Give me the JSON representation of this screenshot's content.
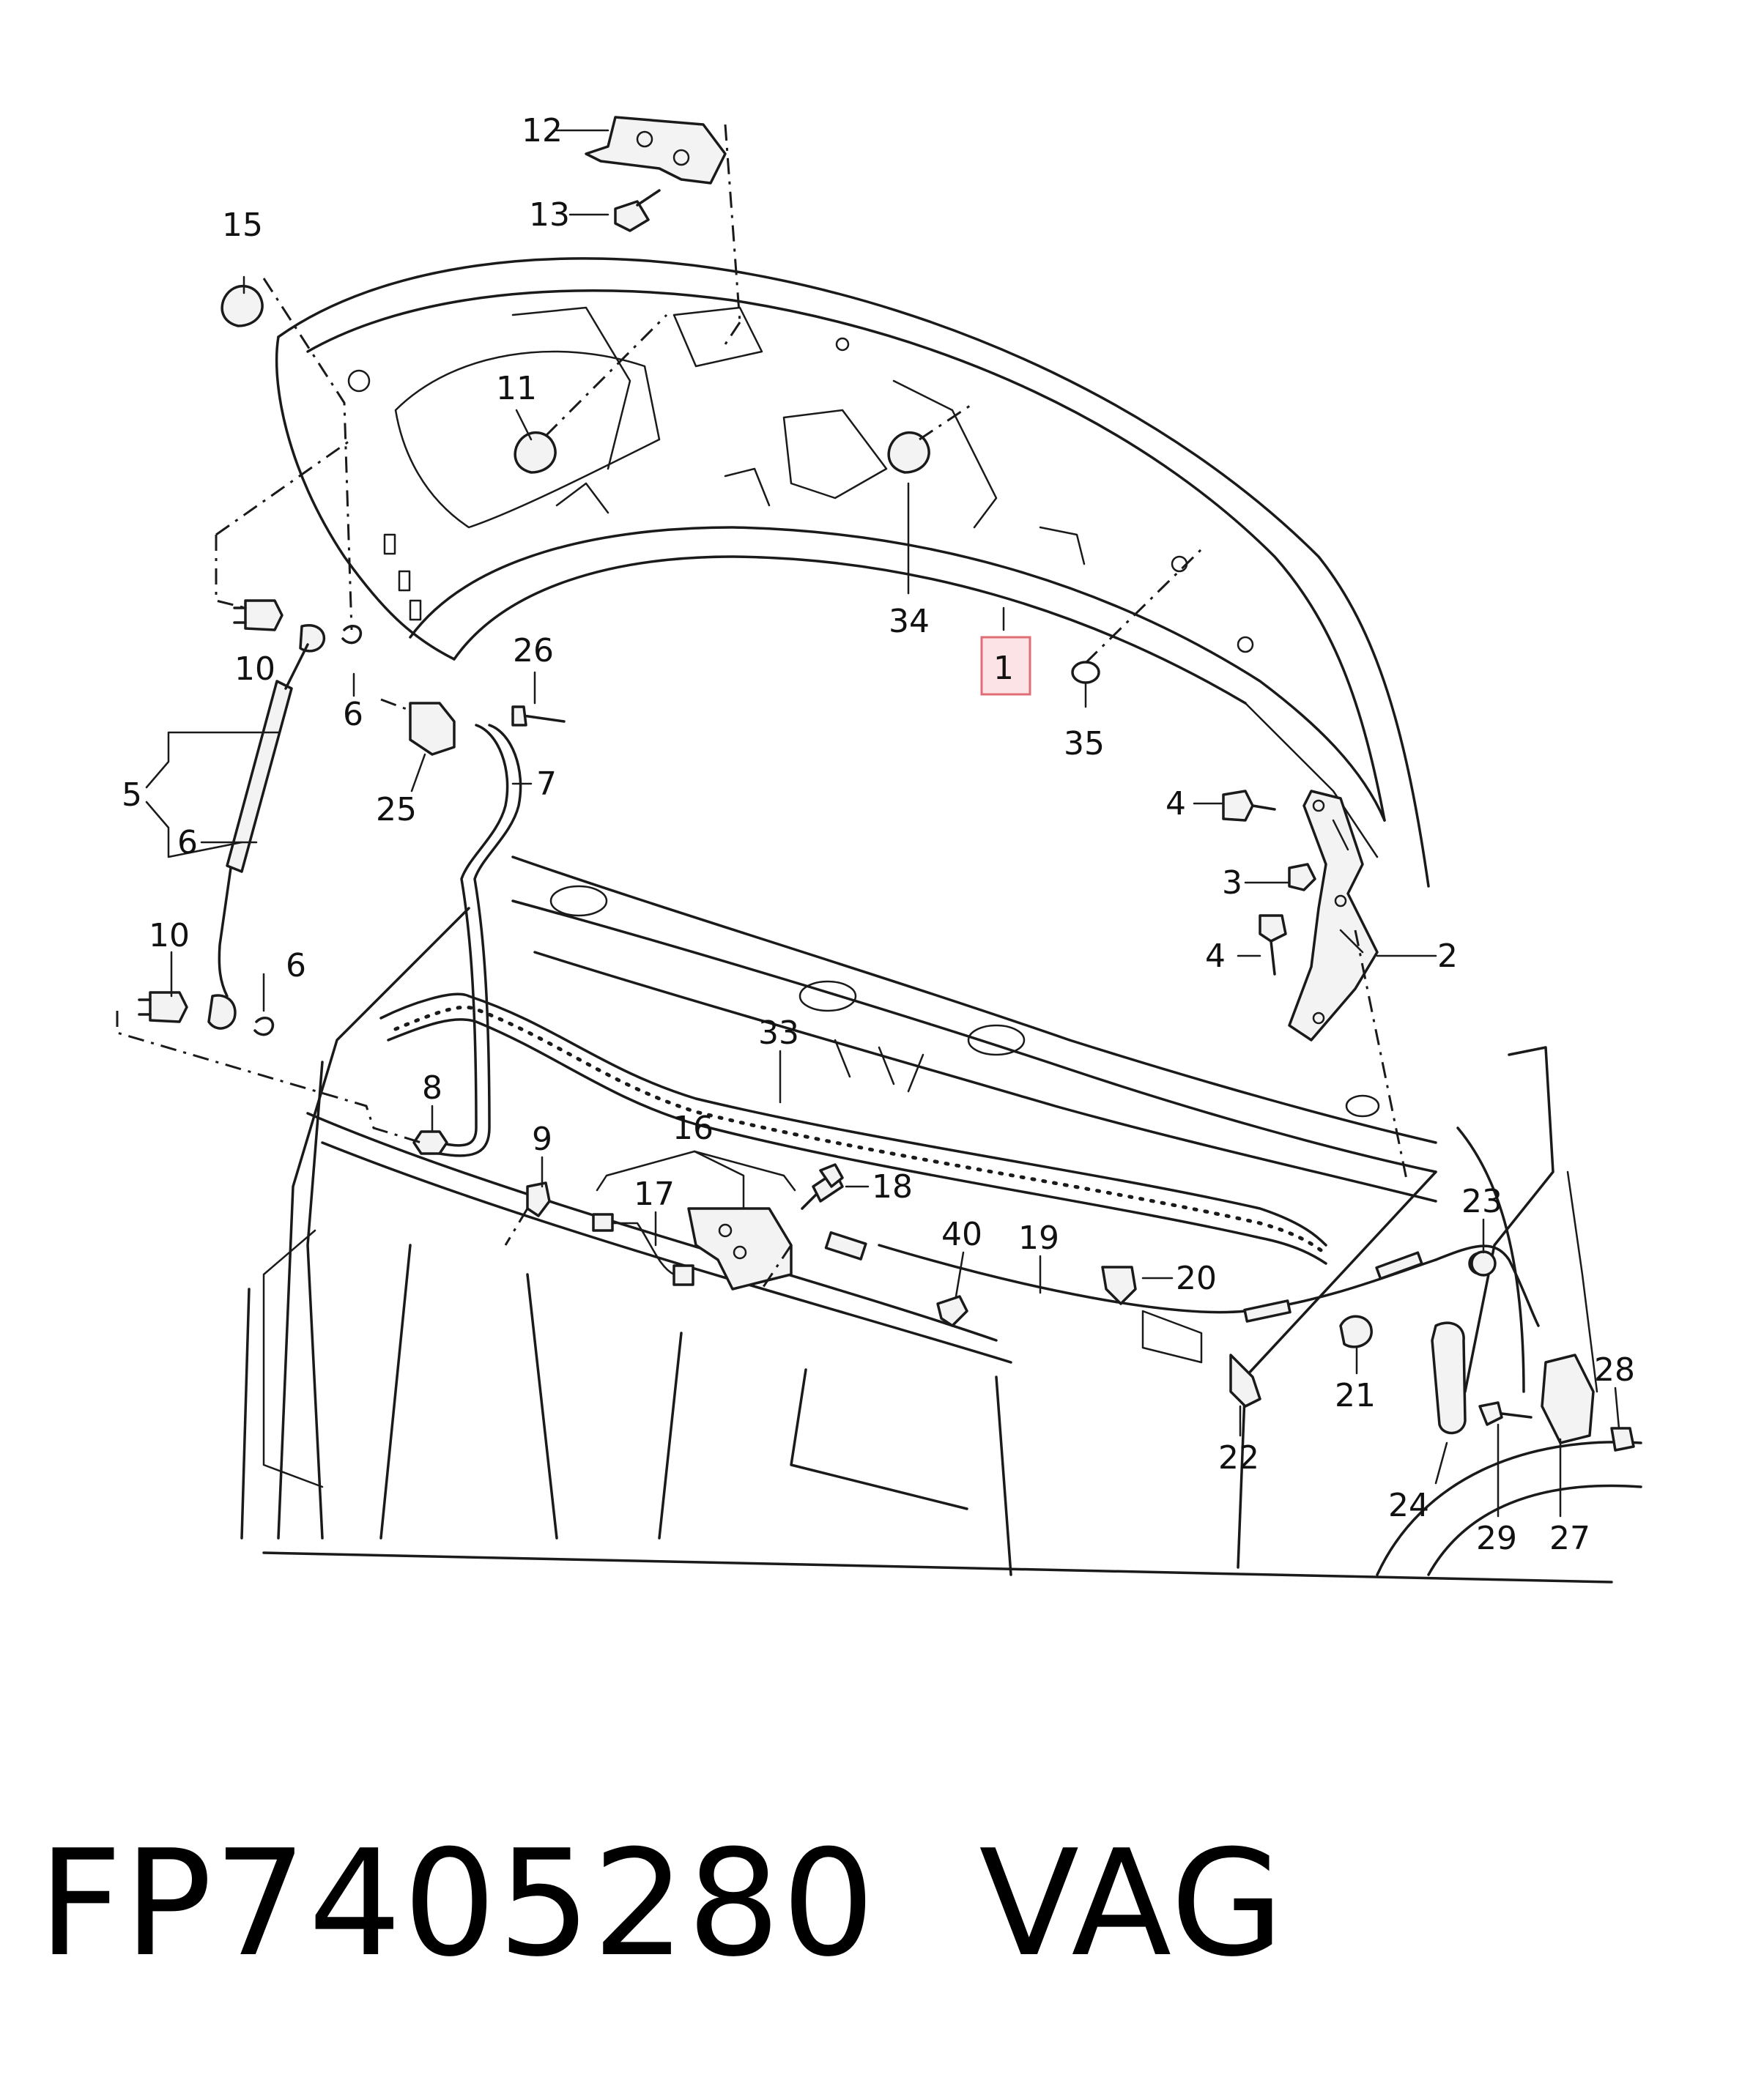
{
  "callouts": {
    "c1": "1",
    "c2": "2",
    "c3": "3",
    "c4a": "4",
    "c4b": "4",
    "c5": "5",
    "c6a": "6",
    "c6b": "6",
    "c6c": "6",
    "c7": "7",
    "c8": "8",
    "c9": "9",
    "c10a": "10",
    "c10b": "10",
    "c11": "11",
    "c12": "12",
    "c13": "13",
    "c15": "15",
    "c16": "16",
    "c17": "17",
    "c18": "18",
    "c19": "19",
    "c20": "20",
    "c21": "21",
    "c22": "22",
    "c23": "23",
    "c24": "24",
    "c25": "25",
    "c26": "26",
    "c27": "27",
    "c28": "28",
    "c29": "29",
    "c33": "33",
    "c34": "34",
    "c35": "35",
    "c40": "40"
  },
  "highlight": {
    "callout": "1",
    "color": "#e06c75",
    "fill": "#fbe3e6"
  },
  "footer": {
    "part_number": "FP7405280",
    "brand": "VAG"
  }
}
